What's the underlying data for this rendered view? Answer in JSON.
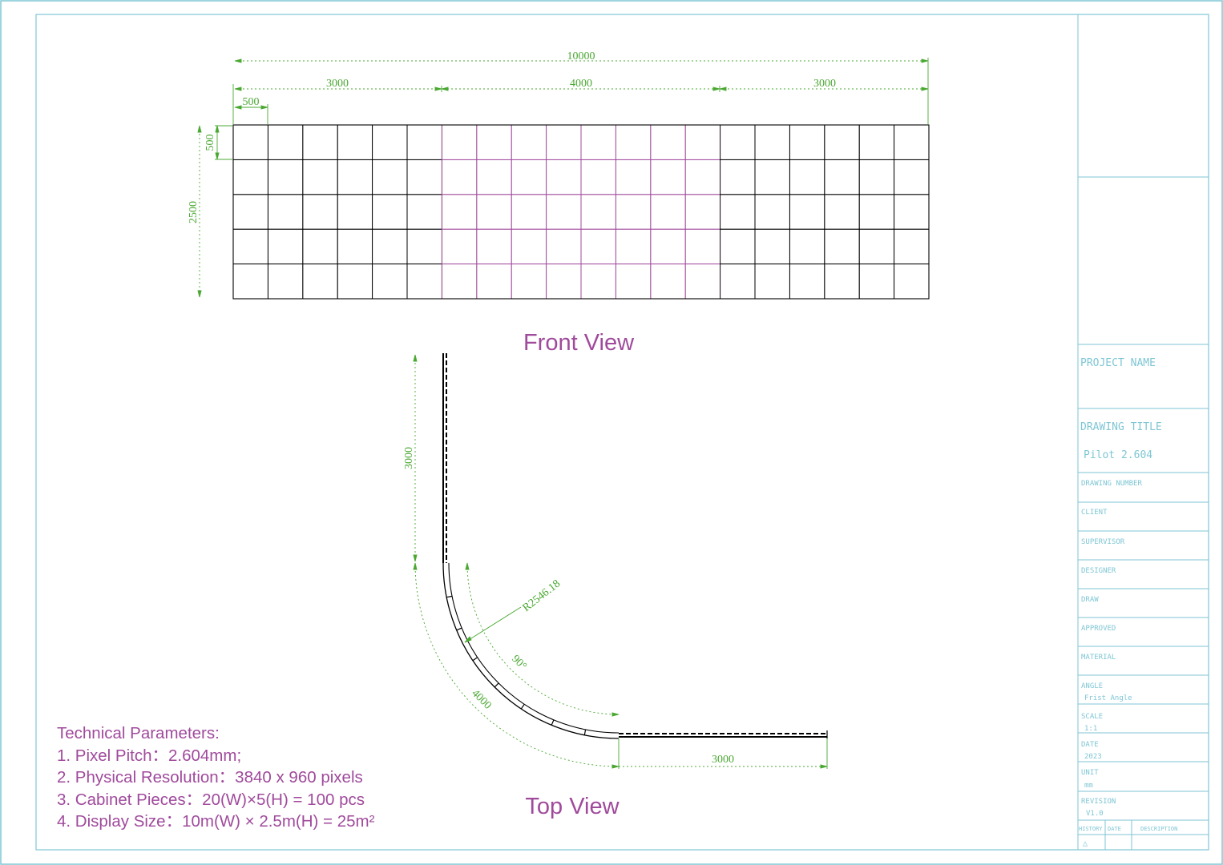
{
  "front_view": {
    "title": "Front View",
    "dims": {
      "total_width": "10000",
      "left_width": "3000",
      "middle_width": "4000",
      "right_width": "3000",
      "cabinet_width": "500",
      "cabinet_height": "500",
      "total_height": "2500"
    },
    "grid": {
      "columns": 20,
      "rows": 5,
      "highlight_columns_start": 6,
      "highlight_columns_end": 14
    }
  },
  "top_view": {
    "title": "Top View",
    "dims": {
      "left_straight": "3000",
      "radius": "R2546.18",
      "angle": "90°",
      "arc_length": "4000",
      "bottom_straight": "3000"
    }
  },
  "technical_parameters": {
    "heading": "Technical Parameters:",
    "items": [
      "1. Pixel Pitch：2.604mm;",
      "2. Physical Resolution：3840 x 960 pixels",
      "3. Cabinet Pieces：20(W)×5(H) = 100 pcs",
      "4. Display Size：10m(W) × 2.5m(H) = 25m²"
    ]
  },
  "title_block": {
    "project_name": "PROJECT NAME",
    "drawing_title": "DRAWING TITLE",
    "drawing_title_value": "Pilot 2.604",
    "drawing_number": "DRAWING NUMBER",
    "client": "CLIENT",
    "supervisor": "SUPERVISOR",
    "designer": "DESIGNER",
    "draw": "DRAW",
    "approved": "APPROVED",
    "material": "MATERIAL",
    "angle": "ANGLE",
    "angle_value": "Frist Angle",
    "scale": "SCALE",
    "scale_value": "1:1",
    "date": "DATE",
    "date_value": "2023",
    "unit": "UNIT",
    "unit_value": "mm",
    "revision": "REVISION",
    "revision_value": "V1.0",
    "history": "HISTORY",
    "history_date": "DATE",
    "description": "DESCRIPTION",
    "history_mark": "△"
  },
  "colors": {
    "border": "#7fc6d4",
    "grid_black": "#000000",
    "grid_magenta": "#a04a9c",
    "dimension_green": "#4aa832",
    "title_text": "#a04a9c"
  }
}
